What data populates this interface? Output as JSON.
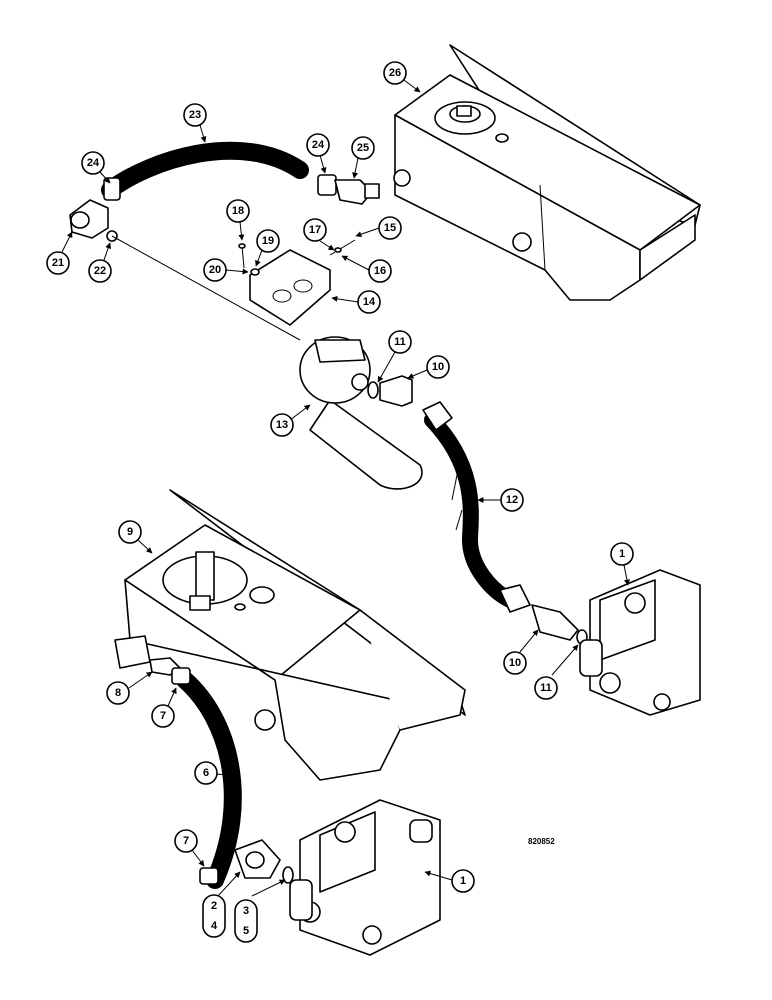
{
  "drawing_code": "820852",
  "callouts": [
    "1",
    "1",
    "2",
    "3",
    "4",
    "5",
    "6",
    "7",
    "7",
    "8",
    "9",
    "10",
    "10",
    "11",
    "11",
    "12",
    "13",
    "14",
    "15",
    "16",
    "17",
    "18",
    "19",
    "20",
    "21",
    "22",
    "23",
    "24",
    "24",
    "25",
    "26"
  ]
}
